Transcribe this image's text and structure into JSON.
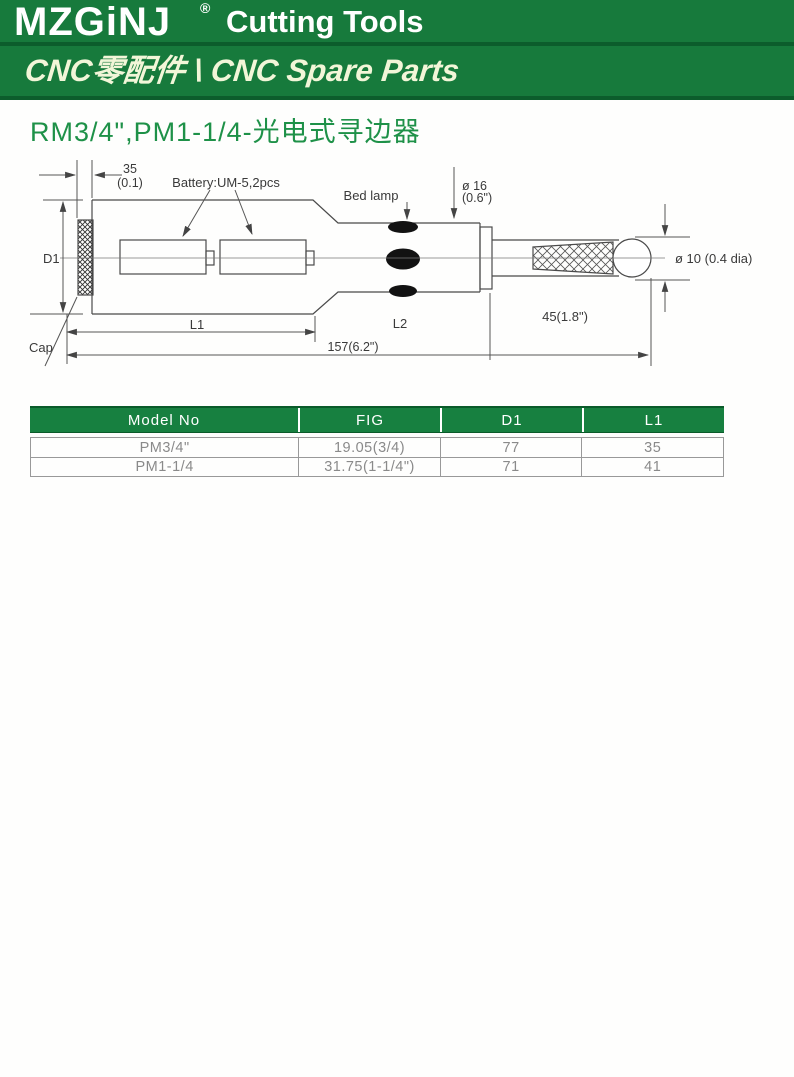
{
  "header": {
    "logo": "MZGiNJ",
    "registered": "®",
    "brand_suffix": "Cutting Tools",
    "subtitle": "CNC零配件 \\ CNC Spare Parts",
    "colors": {
      "band": "#177a3c",
      "band_dark": "#0c5d2c",
      "subtitle_text": "#f2f6d8"
    }
  },
  "page": {
    "title": "RM3/4\",PM1-1/4-光电式寻边器",
    "title_color": "#1e9148"
  },
  "diagram": {
    "labels": {
      "dim_35": "35",
      "dim_35_inch": "(0.1)",
      "battery": "Battery:UM-5,2pcs",
      "bed_lamp": "Bed lamp",
      "dia_16": "ø 16",
      "dia_16_inch": "(0.6\")",
      "d1": "D1",
      "dia_10": "ø 10  (0.4 dia)",
      "cap": "Cap",
      "l1": "L1",
      "l2": "L2",
      "dim_45": "45(1.8\")",
      "dim_157": "157(6.2\")"
    }
  },
  "table": {
    "columns": [
      "Model No",
      "FIG",
      "D1",
      "L1"
    ],
    "rows": [
      [
        "PM3/4\"",
        "19.05(3/4)",
        "77",
        "35"
      ],
      [
        "PM1-1/4",
        "31.75(1-1/4\")",
        "71",
        "41"
      ]
    ],
    "header_bg": "#178040",
    "cell_text_color": "#8a8a8a"
  }
}
